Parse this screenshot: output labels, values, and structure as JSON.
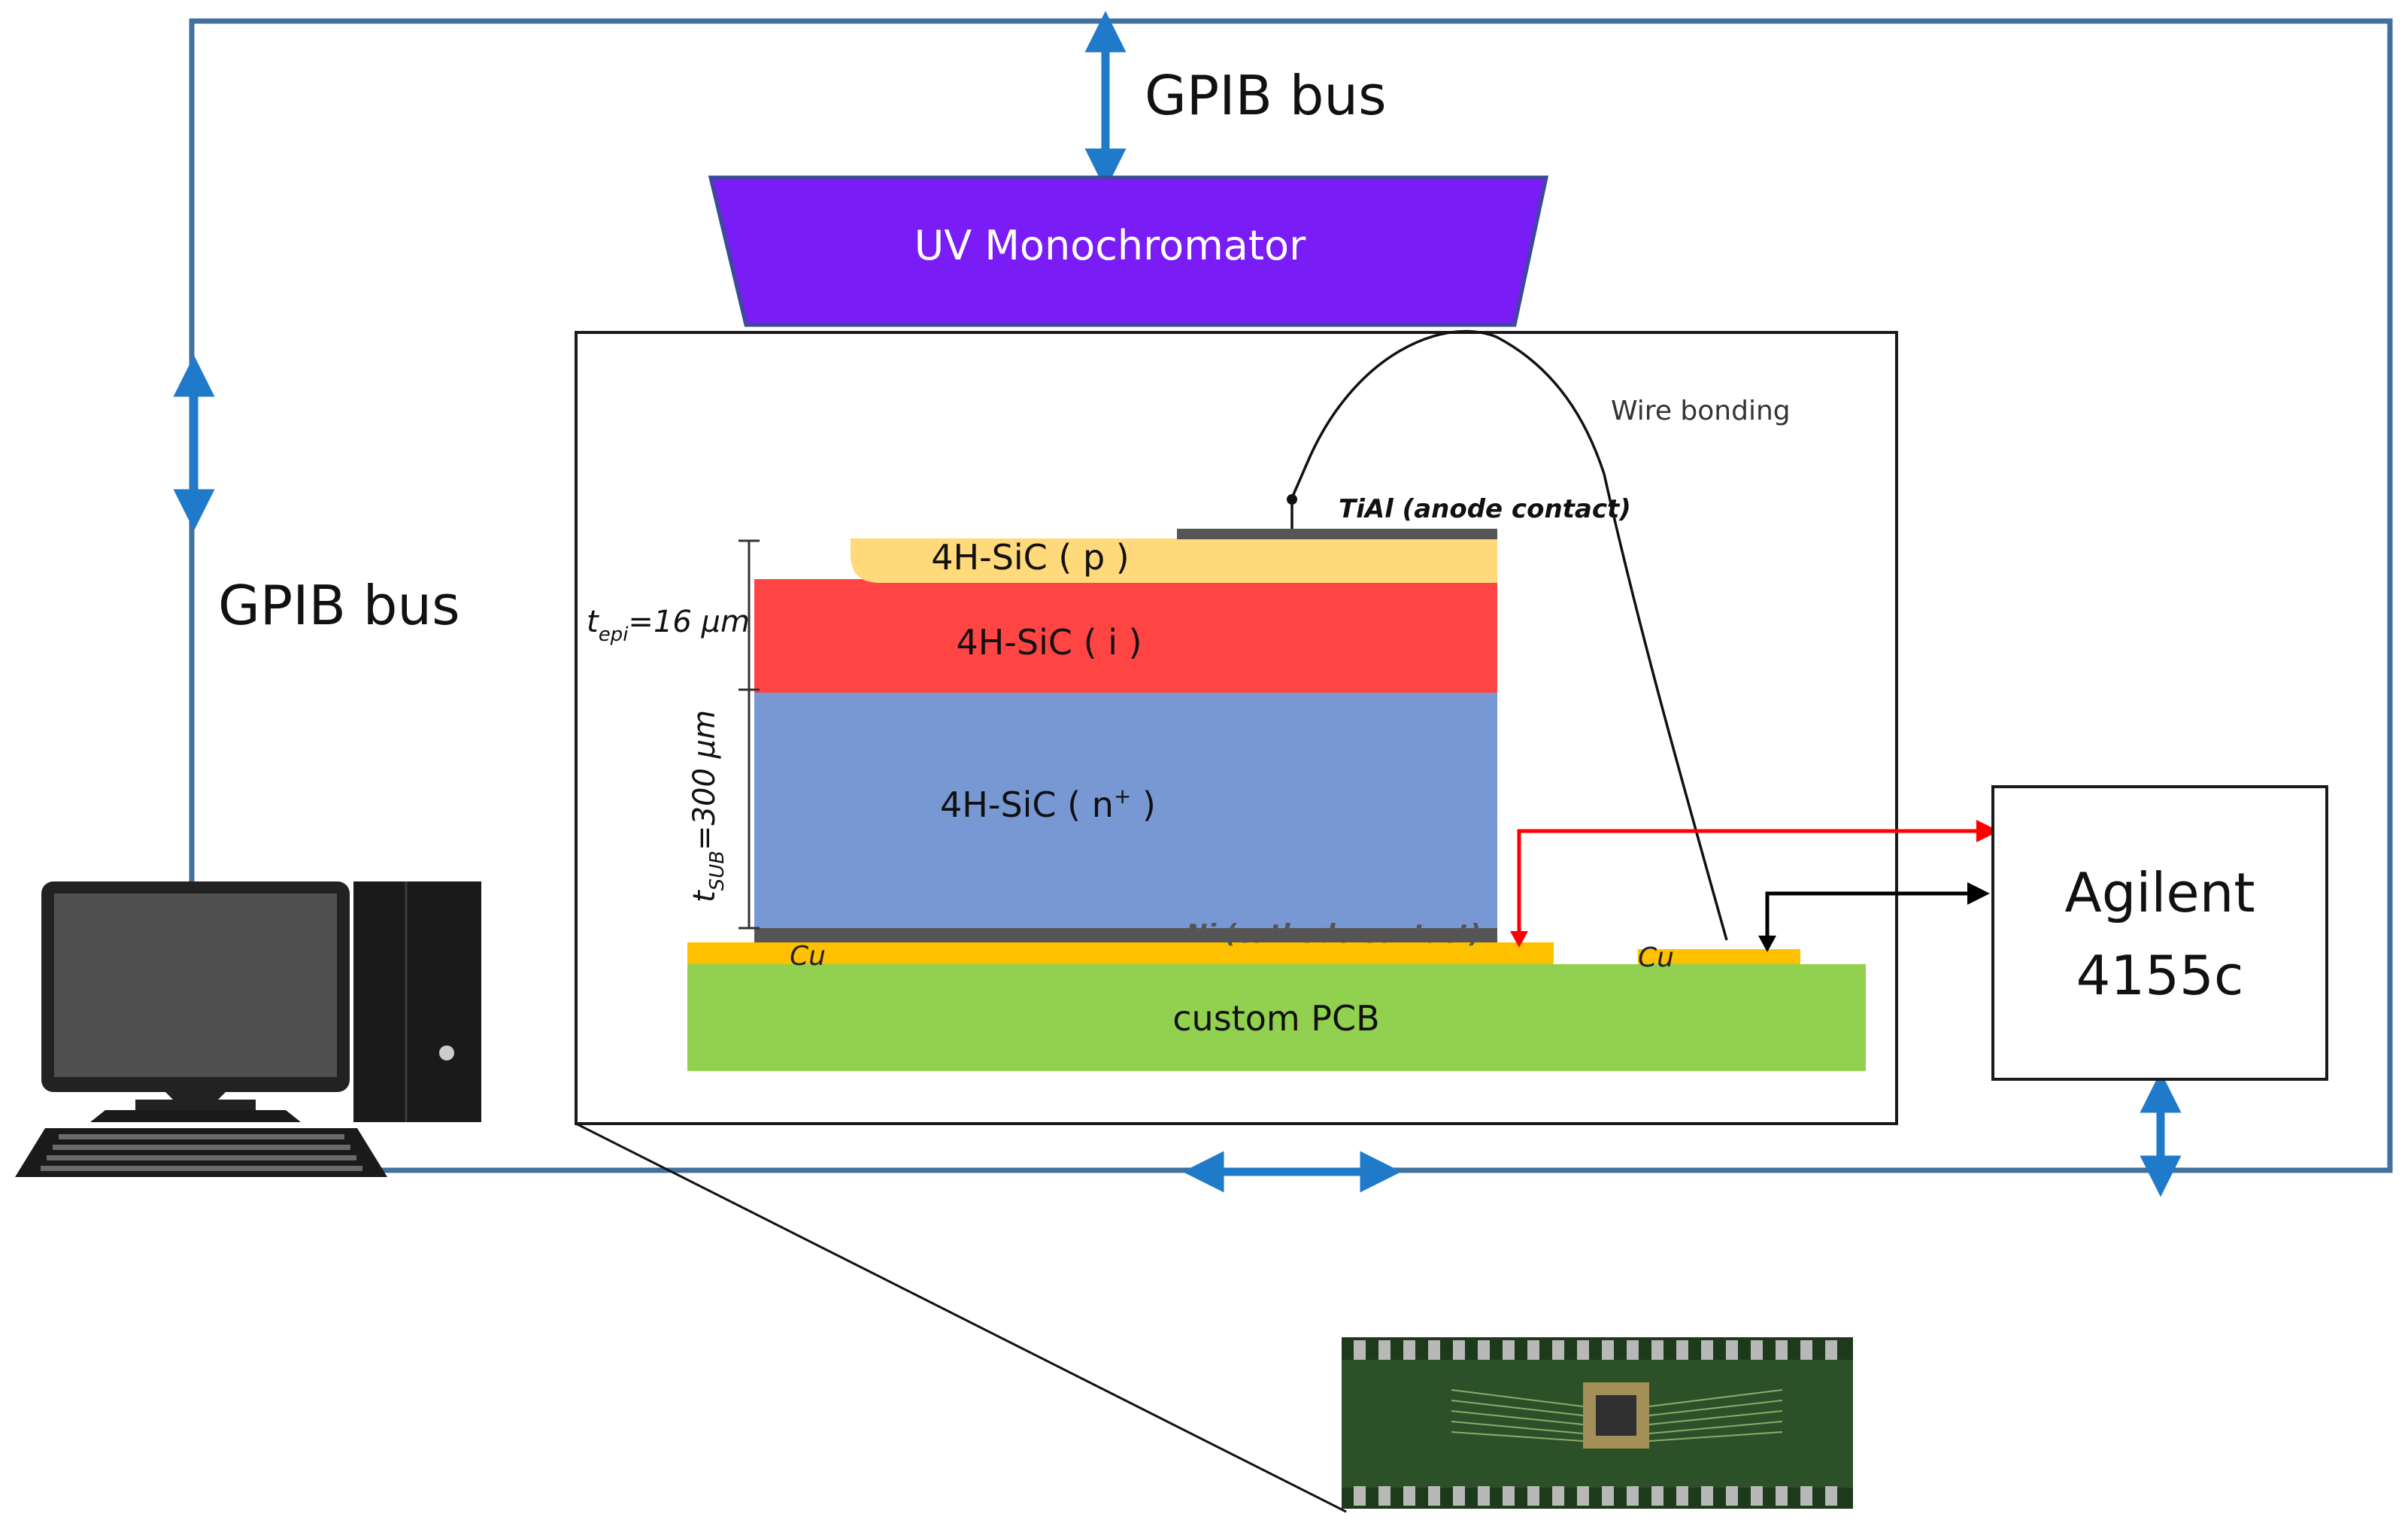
{
  "labels": {
    "gpib_top": "GPIB bus",
    "gpib_left": "GPIB bus",
    "monochromator": "UV Monochromator",
    "wire_bonding": "Wire bonding",
    "anode_contact": "TiAl (anode contact)",
    "cathode_contact": "Ni (cathode contact)",
    "layer_p": "4H-SiC ( p )",
    "layer_i": "4H-SiC ( i )",
    "layer_n_main": "4H-SiC ( n",
    "layer_n_sup": "+",
    "layer_n_close": " )",
    "t_epi_main": "t",
    "t_epi_sub": "epi",
    "t_epi_rest": "=16 μm",
    "t_sub_main": "t",
    "t_sub_sub": "SUB",
    "t_sub_rest": "=300 μm",
    "cu_left": "Cu",
    "cu_right": "Cu",
    "pcb": "custom PCB",
    "agilent_line1": "Agilent",
    "agilent_line2": "4155c"
  },
  "colors": {
    "bus": "#41719c",
    "bus_arrow": "#1f7ac9",
    "monochromator": "#7a1cf5",
    "layer_p": "#ffd97a",
    "layer_i": "#ff4444",
    "layer_n": "#7898d4",
    "contact": "#555555",
    "copper": "#ffc000",
    "pcb": "#92d050",
    "signal_red": "#ff0000",
    "signal_black": "#000000"
  },
  "icons": [
    "desktop-computer-icon",
    "pcb-photo"
  ]
}
